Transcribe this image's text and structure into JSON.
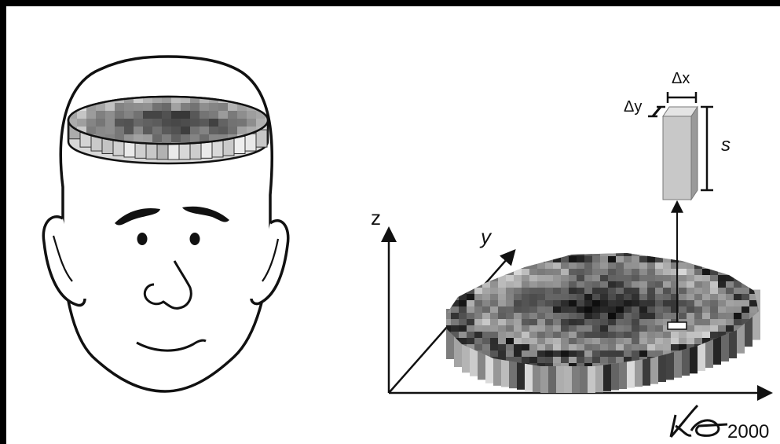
{
  "diagram": {
    "labels": {
      "z_axis": "z",
      "y_axis": "y",
      "delta_x": "Δx",
      "delta_y": "Δy",
      "slice_thickness": "s"
    },
    "signature": {
      "year": "2000"
    },
    "colors": {
      "background_frame": "#000000",
      "panel": "#ffffff",
      "line": "#111111",
      "voxel_light": "#cfcfcf",
      "voxel_dark": "#1a1a1a"
    },
    "icons": [
      "head-outline-icon",
      "brain-slice-icon",
      "voxel-column-icon",
      "artist-signature"
    ]
  }
}
